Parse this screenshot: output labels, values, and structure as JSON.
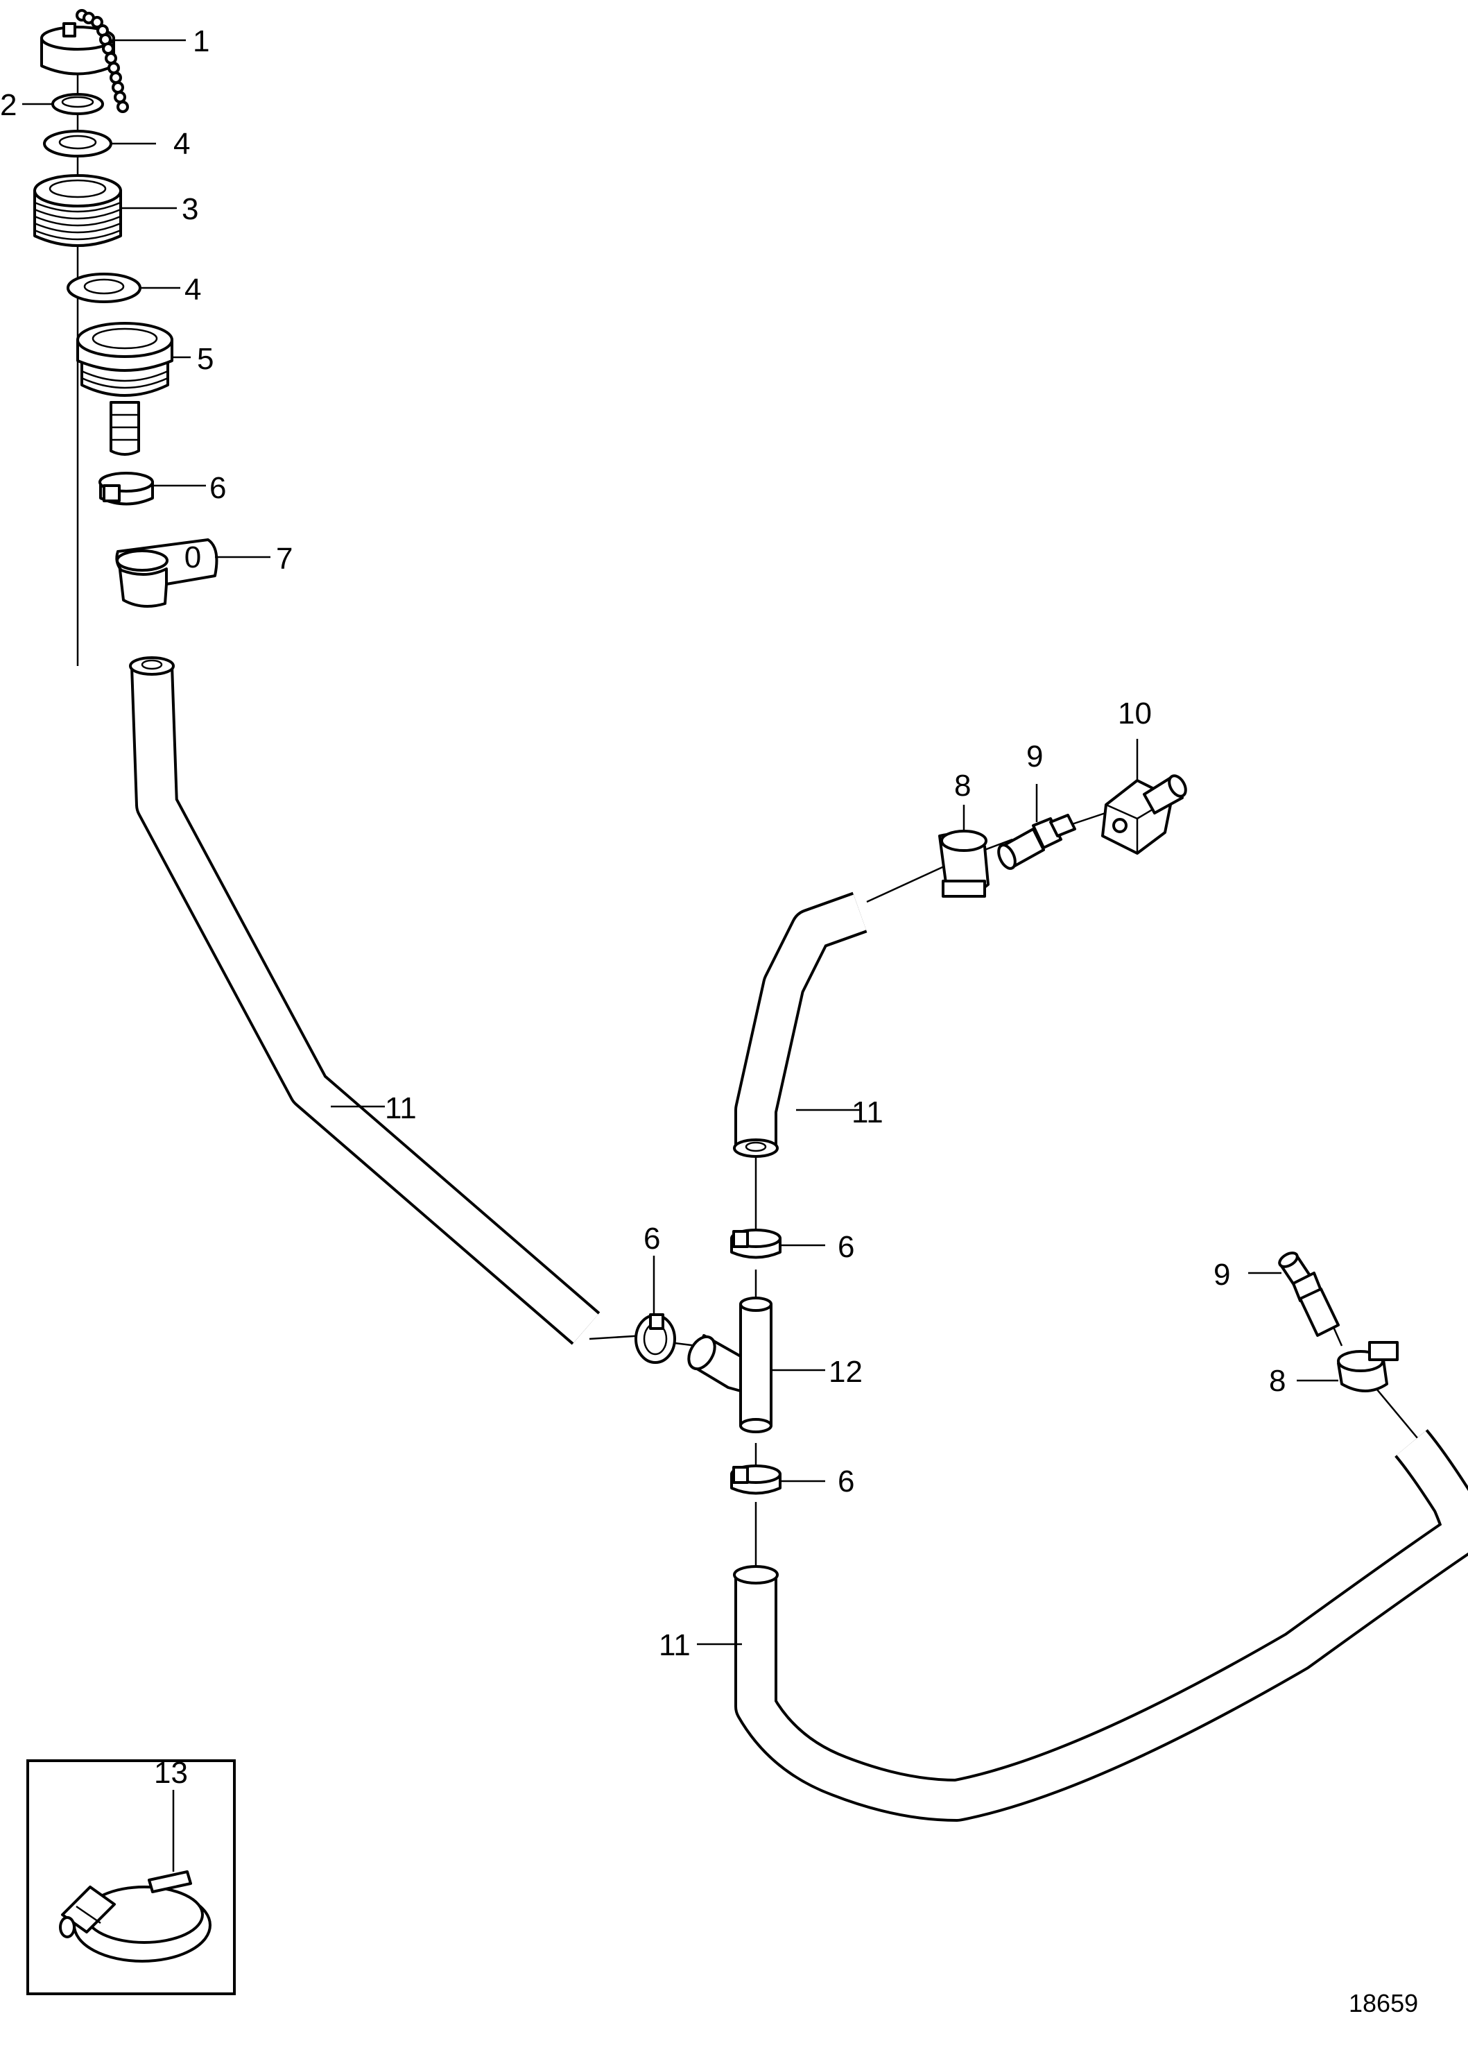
{
  "figure_id": "18659",
  "callouts": {
    "c1": "1",
    "c2": "2",
    "c3": "3",
    "c4a": "4",
    "c4b": "4",
    "c5": "5",
    "c6a": "6",
    "c6b": "6",
    "c6c": "6",
    "c6d": "6",
    "c7": "7",
    "c8a": "8",
    "c8b": "8",
    "c9a": "9",
    "c9b": "9",
    "c10": "10",
    "c11a": "11",
    "c11b": "11",
    "c11c": "11",
    "c12": "12",
    "c13": "13"
  },
  "labels": {
    "bracket_mark": "0"
  },
  "colors": {
    "line": "#000000",
    "background": "#ffffff"
  }
}
